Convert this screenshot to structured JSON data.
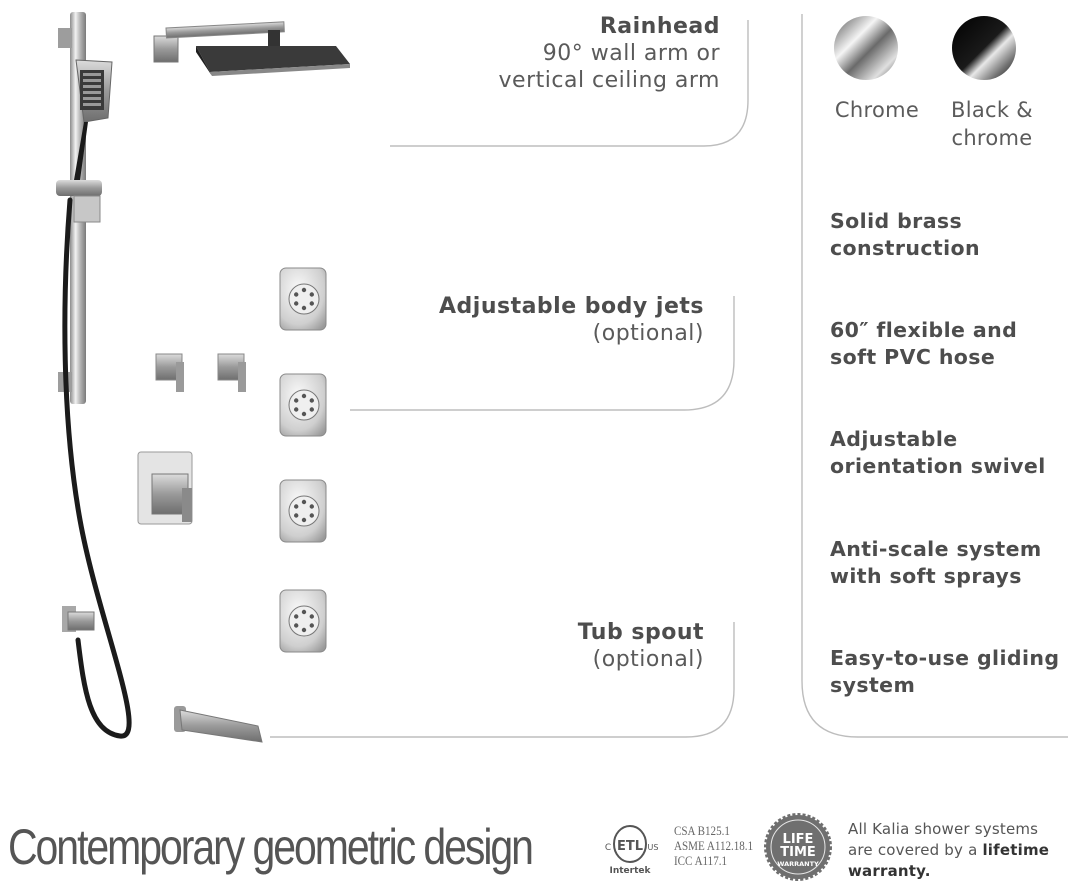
{
  "callouts": {
    "rainhead": {
      "title": "Rainhead",
      "line1": "90° wall arm or",
      "line2": "vertical ceiling arm"
    },
    "body_jets": {
      "title": "Adjustable body jets",
      "sub": "(optional)"
    },
    "tub_spout": {
      "title": "Tub spout",
      "sub": "(optional)"
    }
  },
  "finishes": [
    {
      "name": "Chrome",
      "label_line1": "Chrome",
      "label_line2": ""
    },
    {
      "name": "Black & chrome",
      "label_line1": "Black &",
      "label_line2": "chrome"
    }
  ],
  "features": [
    {
      "line1": "Solid brass",
      "line2": "construction"
    },
    {
      "line1": "60″ flexible and",
      "line2": "soft PVC hose"
    },
    {
      "line1": "Adjustable",
      "line2": "orientation swivel"
    },
    {
      "line1": "Anti-scale system",
      "line2": "with soft sprays"
    },
    {
      "line1": "Easy-to-use gliding",
      "line2": "system"
    }
  ],
  "tagline": "Contemporary geometric design",
  "certifications": {
    "logo_text": "ETL",
    "logo_sub_left": "C",
    "logo_sub_right": "US",
    "logo_caption": "Intertek",
    "lines": [
      "CSA B125.1",
      "ASME A112.18.1",
      "ICC A117.1"
    ]
  },
  "lifetime_badge": {
    "line1": "LIFE",
    "line2": "TIME",
    "line3": "WARRANTY"
  },
  "warranty_note": {
    "line1": "All Kalia shower systems",
    "line2_prefix": "are covered by a ",
    "line2_bold": "lifetime",
    "line3_bold": "warranty."
  },
  "colors": {
    "chrome": "#c8c8c8",
    "black": "#111111",
    "text": "#4d4d4d",
    "divider": "#bdbdbd"
  }
}
